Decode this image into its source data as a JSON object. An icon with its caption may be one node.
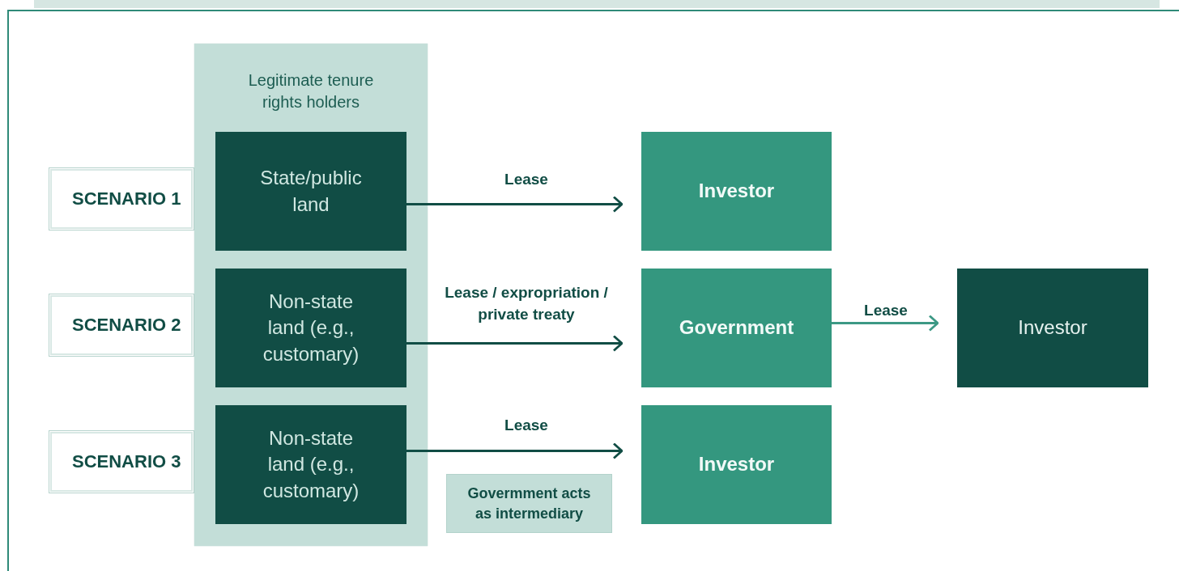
{
  "diagram": {
    "nodes": [
      {
        "text": [
          "Legitimate tenure rights holders"
        ]
      },
      {
        "text": [
          "State/public land"
        ],
        "in": 0
      },
      {
        "text": [
          "Non-state land (e.g., customary)"
        ],
        "in": 0
      },
      {
        "text": [
          "Non-state land (e.g., customary)"
        ],
        "in": 0
      },
      {
        "text": [
          "SCENARIO 1"
        ]
      },
      {
        "text": [
          "SCENARIO 2"
        ]
      },
      {
        "text": [
          "SCENARIO 3"
        ]
      },
      {
        "text": [
          "Investor"
        ]
      },
      {
        "text": [
          "Government"
        ]
      },
      {
        "text": [
          "Investor"
        ]
      },
      {
        "text": [
          "Investor"
        ]
      },
      {
        "text": [
          "Govermment acts as intermediary"
        ]
      }
    ],
    "edges": [
      {
        "from": 1,
        "to": 7,
        "arrow": "to",
        "label": "Lease"
      },
      {
        "from": 2,
        "to": 8,
        "arrow": "to",
        "label": "Lease / expropriation / private treaty"
      },
      {
        "from": 8,
        "to": 9,
        "arrow": "to",
        "label": "Lease",
        "color": "#3d9985"
      },
      {
        "from": 3,
        "to": 10,
        "arrow": "to",
        "label": "Lease"
      }
    ]
  }
}
